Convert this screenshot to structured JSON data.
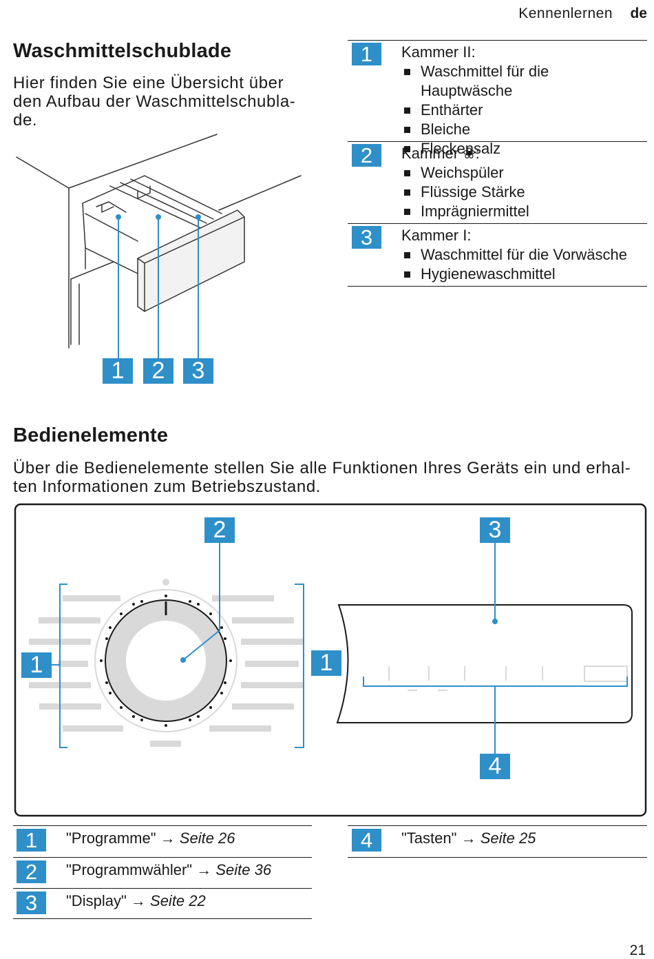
{
  "header": {
    "section": "Kennenlernen",
    "language": "de"
  },
  "drawer": {
    "title": "Waschmittelschublade",
    "intro": "Hier finden Sie eine Übersicht über den Aufbau der Waschmittelschublade.",
    "intro_lines": [
      "Hier finden Sie eine Übersicht über",
      "den Aufbau der Waschmittelschubla-",
      "de."
    ],
    "figure_callouts": [
      "1",
      "2",
      "3"
    ],
    "table": [
      {
        "num": "1",
        "title": "Kammer II:",
        "items": [
          "Waschmittel für die Hauptwäsche",
          "Enthärter",
          "Bleiche",
          "Fleckensalz"
        ]
      },
      {
        "num": "2",
        "title": "Kammer ❀:",
        "items": [
          "Weichspüler",
          "Flüssige Stärke",
          "Imprägniermittel"
        ]
      },
      {
        "num": "3",
        "title": "Kammer I:",
        "items": [
          "Waschmittel für die Vorwäsche",
          "Hygienewaschmittel"
        ]
      }
    ]
  },
  "controls": {
    "title": "Bedienelemente",
    "intro_lines": [
      "Über die Bedienelemente stellen Sie alle Funktionen Ihres Geräts ein und erhal-",
      "ten Informationen zum Betriebszustand."
    ],
    "figure_callouts": [
      "1",
      "2",
      "3",
      "1",
      "4"
    ],
    "legend_left": [
      {
        "num": "1",
        "label": "\"Programme\"",
        "arrow": "→",
        "page": "Seite 26"
      },
      {
        "num": "2",
        "label": "\"Programmwähler\"",
        "arrow": "→",
        "page": "Seite 36"
      },
      {
        "num": "3",
        "label": "\"Display\"",
        "arrow": "→",
        "page": "Seite 22"
      }
    ],
    "legend_right": [
      {
        "num": "4",
        "label": "\"Tasten\"",
        "arrow": "→",
        "page": "Seite 25"
      }
    ]
  },
  "page_number": "21",
  "colors": {
    "accent": "#2e8fc9",
    "text": "#1a1a1a",
    "line_art": "#333333",
    "panel_gray": "#d9d9d9"
  }
}
